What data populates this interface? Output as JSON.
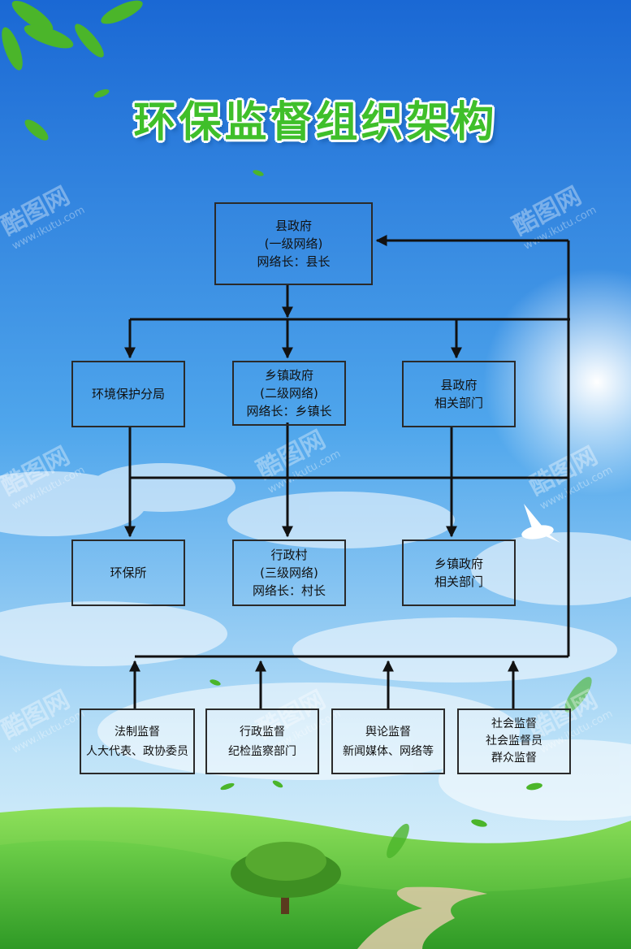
{
  "title": "环保监督组织架构",
  "colors": {
    "sky_top": "#1d6fd8",
    "sky_bottom": "#bfe5fa",
    "grass": "#4cb83a",
    "title": "#3fbf2a",
    "line": "#111111"
  },
  "watermark": {
    "brand": "酷图网",
    "url": "www.ikutu.com"
  },
  "nodes": {
    "county_gov": [
      "县政府",
      "(一级网络)",
      "网络长：县长"
    ],
    "env_branch": [
      "环境保护分局"
    ],
    "town_gov": [
      "乡镇政府",
      "(二级网络)",
      "网络长：乡镇长"
    ],
    "county_depts": [
      "县政府",
      "相关部门"
    ],
    "env_station": [
      "环保所"
    ],
    "village": [
      "行政村",
      "(三级网络)",
      "网络长：村长"
    ],
    "town_depts": [
      "乡镇政府",
      "相关部门"
    ],
    "legal_supervision": [
      "法制监督",
      "人大代表、政协委员"
    ],
    "admin_supervision": [
      "行政监督",
      "纪检监察部门"
    ],
    "public_opinion": [
      "舆论监督",
      "新闻媒体、网络等"
    ],
    "social_supervision": [
      "社会监督",
      "社会监督员",
      "群众监督"
    ]
  }
}
